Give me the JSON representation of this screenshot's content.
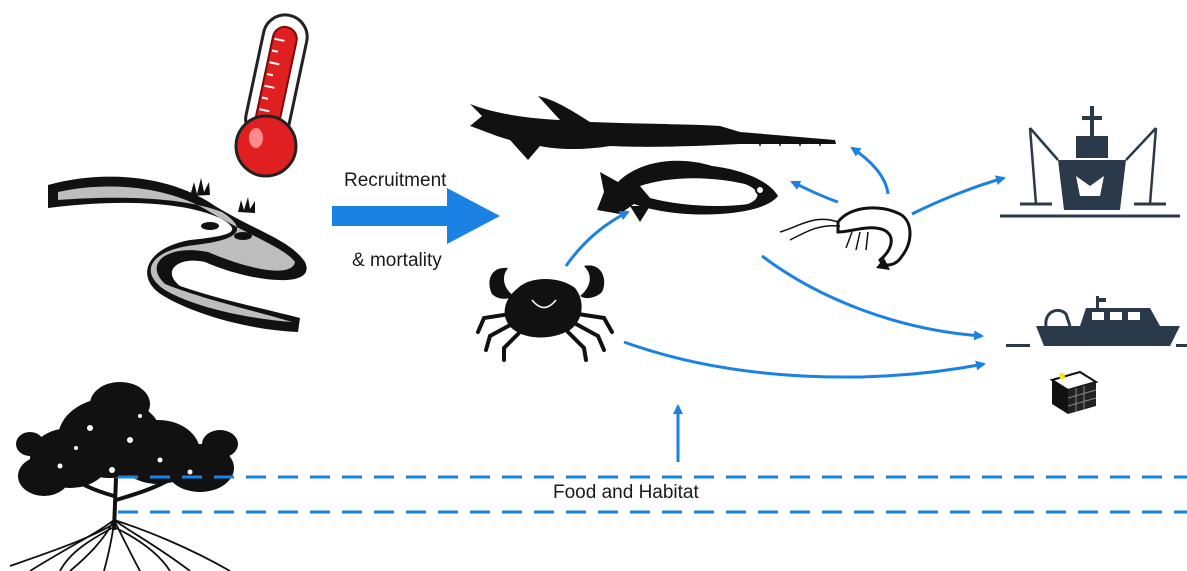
{
  "labels": {
    "recruitment": "Recruitment",
    "mortality": "& mortality",
    "food_habitat": "Food and Habitat"
  },
  "colors": {
    "arrow": "#1a82e2",
    "silhouette": "#111111",
    "river": "#bdbdbd",
    "thermometer": "#d01c1c",
    "vessel": "#2b3a4a"
  },
  "icons": [
    "thermometer-icon",
    "river-icon",
    "sawfish-icon",
    "barramundi-icon",
    "prawn-icon",
    "crab-icon",
    "mangrove-tree-icon",
    "trawler-icon",
    "fishing-boat-icon",
    "crab-pot-icon"
  ]
}
